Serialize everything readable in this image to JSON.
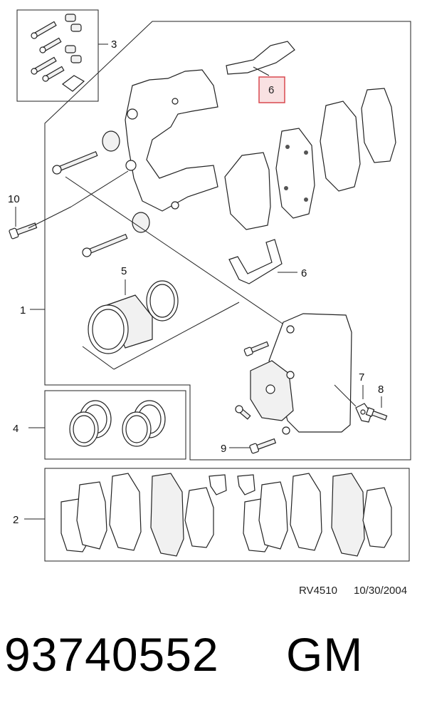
{
  "callouts": {
    "c1": "1",
    "c2": "2",
    "c3": "3",
    "c4": "4",
    "c5": "5",
    "c6_highlight": "6",
    "c6": "6",
    "c7": "7",
    "c8": "8",
    "c9": "9",
    "c10": "10"
  },
  "highlight_color": "#d9484f",
  "reference": {
    "code": "RV4510",
    "date": "10/30/2004"
  },
  "part_number": "93740552",
  "brand": "GM"
}
